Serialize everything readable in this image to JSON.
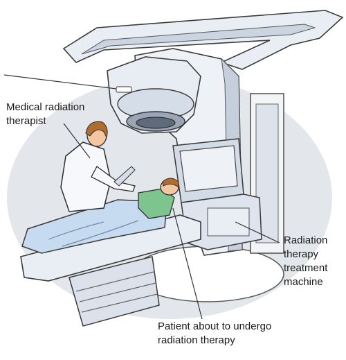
{
  "labels": {
    "therapist": {
      "line1": "Medical radiation",
      "line2": "therapist"
    },
    "machine": {
      "line1": "Radiation",
      "line2": "therapy",
      "line3": "treatment",
      "line4": "machine"
    },
    "patient": {
      "line1": "Patient about to undergo",
      "line2": "radiation therapy"
    }
  },
  "colors": {
    "backdrop": "#dfe4e8",
    "machine_shell": "#edf1f6",
    "machine_shadow": "#c2ccda",
    "machine_dark": "#8b96a6",
    "blanket": "#c9dcf1",
    "patient_shirt": "#7ec48f",
    "skin": "#f3c7a2",
    "hair": "#b06d2f",
    "outline": "#3a3a3a"
  }
}
